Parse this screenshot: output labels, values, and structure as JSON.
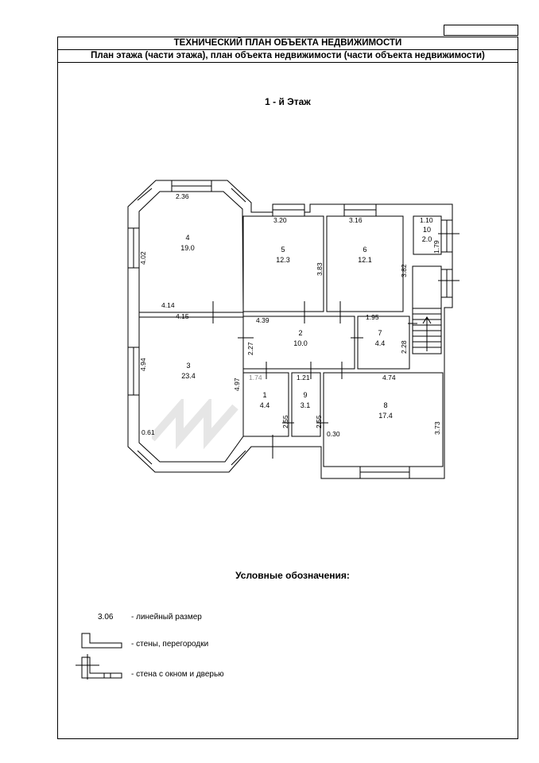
{
  "header": {
    "title": "ТЕХНИЧЕСКИЙ ПЛАН ОБЪЕКТА НЕДВИЖИМОСТИ",
    "subtitle": "План этажа (части этажа), план объекта недвижимости (части объекта недвижимости)"
  },
  "floor": {
    "title": "1 - й Этаж"
  },
  "rooms": [
    {
      "number": "1",
      "area": "4.4"
    },
    {
      "number": "2",
      "area": "10.0"
    },
    {
      "number": "3",
      "area": "23.4"
    },
    {
      "number": "4",
      "area": "19.0"
    },
    {
      "number": "5",
      "area": "12.3"
    },
    {
      "number": "6",
      "area": "12.1"
    },
    {
      "number": "7",
      "area": "4.4"
    },
    {
      "number": "8",
      "area": "17.4"
    },
    {
      "number": "9",
      "area": "3.1"
    },
    {
      "number": "10",
      "area": "2.0"
    }
  ],
  "dimensions": {
    "d_2_36": "2.36",
    "d_4_02": "4.02",
    "d_4_14": "4.14",
    "d_4_15": "4.15",
    "d_4_94": "4.94",
    "d_0_61": "0.61",
    "d_4_97": "4.97",
    "d_3_20": "3.20",
    "d_3_83": "3.83",
    "d_3_16": "3.16",
    "d_3_82": "3.82",
    "d_1_10": "1.10",
    "d_1_79": "1.79",
    "d_4_39": "4.39",
    "d_2_27": "2.27",
    "d_1_95": "1.95",
    "d_2_28": "2.28",
    "d_1_74": "1.74",
    "d_1_21": "1.21",
    "d_2_55a": "2.55",
    "d_2_55b": "2.55",
    "d_0_30": "0.30",
    "d_4_74": "4.74",
    "d_3_73": "3.73"
  },
  "legend": {
    "title": "Условные обозначения:",
    "sample_dimension": "3.06",
    "items": [
      {
        "label": "- линейный размер"
      },
      {
        "label": "- стены, перегородки"
      },
      {
        "label": "- стена с окном и дверью"
      }
    ]
  }
}
